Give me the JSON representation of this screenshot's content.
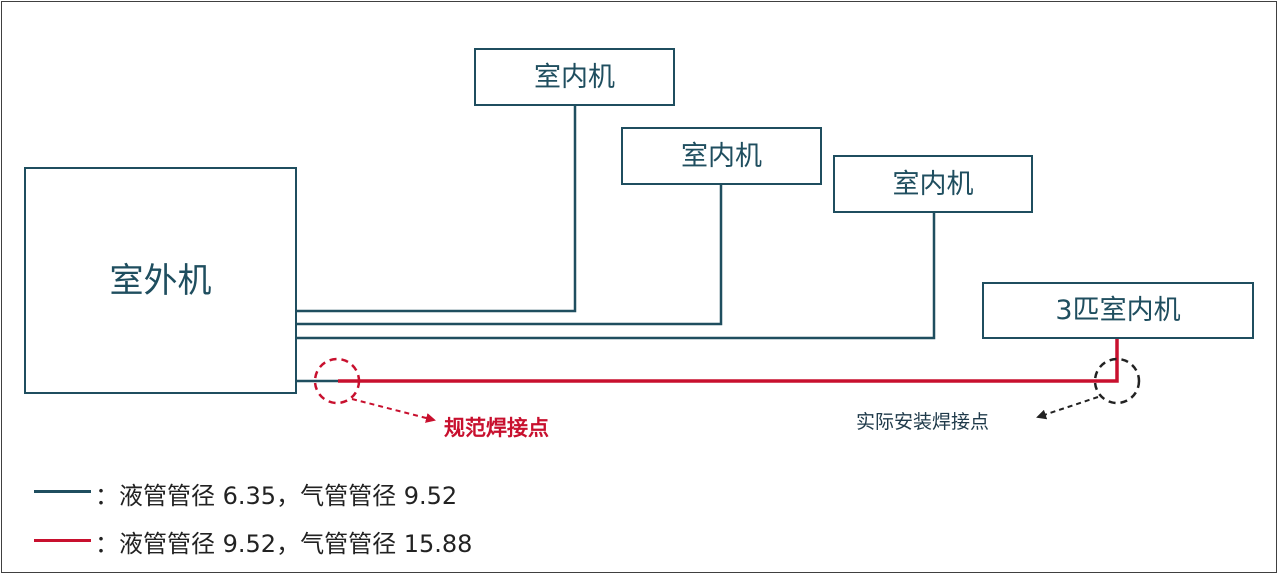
{
  "units": {
    "outdoor": "室外机",
    "indoor_1": "室内机",
    "indoor_2": "室内机",
    "indoor_3": "室内机",
    "indoor_4": "3匹室内机"
  },
  "annotations": {
    "standard_weld": "规范焊接点",
    "actual_weld": "实际安装焊接点"
  },
  "legend": [
    {
      "text": "：液管管径 6.35，气管管径 9.52",
      "color": "#1f4e5f"
    },
    {
      "text": "：液管管径 9.52，气管管径 15.88",
      "color": "#c8102e"
    }
  ],
  "colors": {
    "pipe_small": "#1f4e5f",
    "pipe_large": "#c8102e",
    "actual_weld_marker": "#222222"
  }
}
